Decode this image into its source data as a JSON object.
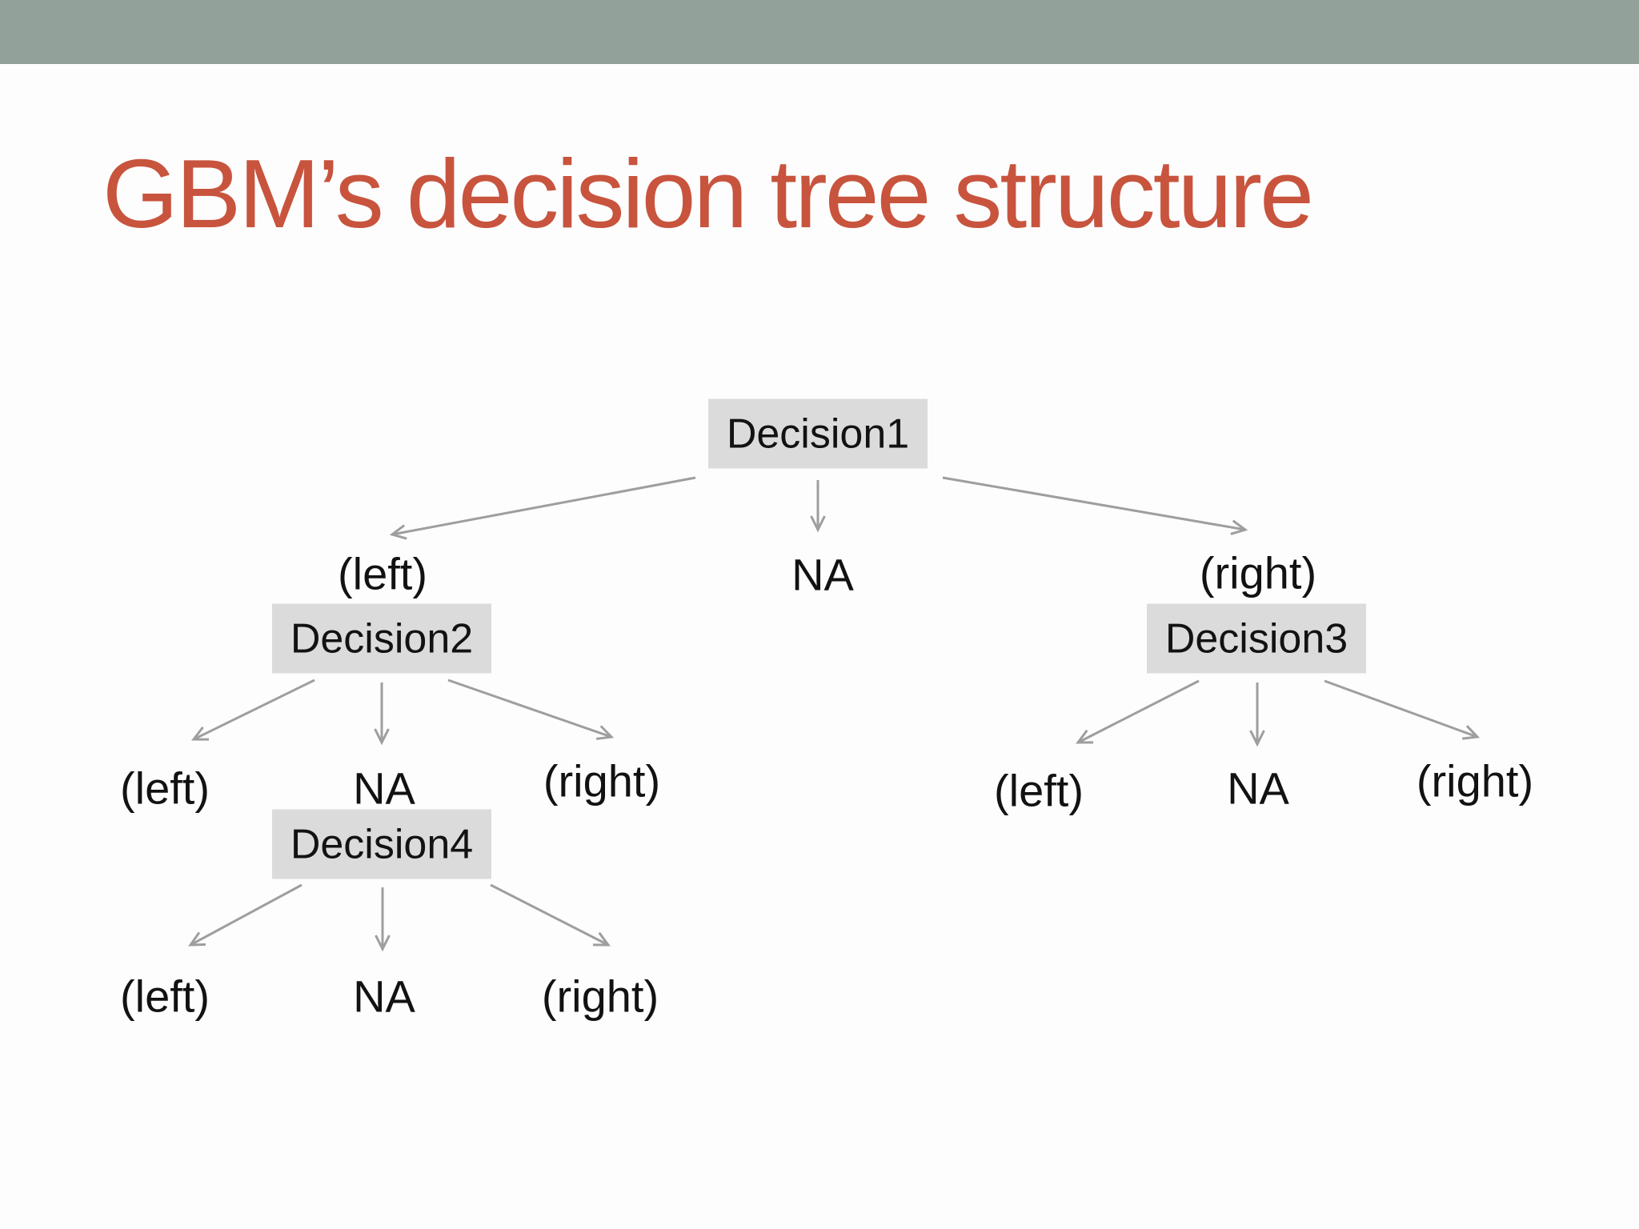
{
  "slide": {
    "title": "GBM’s decision tree structure",
    "colors": {
      "top_bar": "#93a19b",
      "title": "#c8543e",
      "background": "#fdfdfd",
      "node_box_fill": "#dcdbdb",
      "node_text": "#121212",
      "connector": "#9e9e9e"
    }
  },
  "diagram": {
    "type": "decision-tree",
    "nodes": {
      "decision1": "Decision1",
      "decision2": "Decision2",
      "decision3": "Decision3",
      "decision4": "Decision4"
    },
    "branches": {
      "decision1_left": "(left)",
      "decision1_na": "NA",
      "decision1_right": "(right)",
      "decision2_left": "(left)",
      "decision2_na": "NA",
      "decision2_right": "(right)",
      "decision3_left": "(left)",
      "decision3_na": "NA",
      "decision3_right": "(right)",
      "decision4_left": "(left)",
      "decision4_na": "NA",
      "decision4_right": "(right)"
    },
    "structure": {
      "decision1": {
        "left": "decision2",
        "na": null,
        "right": "decision3"
      },
      "decision2": {
        "left": null,
        "na": "decision4",
        "right": null
      },
      "decision3": {
        "left": null,
        "na": null,
        "right": null
      },
      "decision4": {
        "left": null,
        "na": null,
        "right": null
      }
    }
  }
}
